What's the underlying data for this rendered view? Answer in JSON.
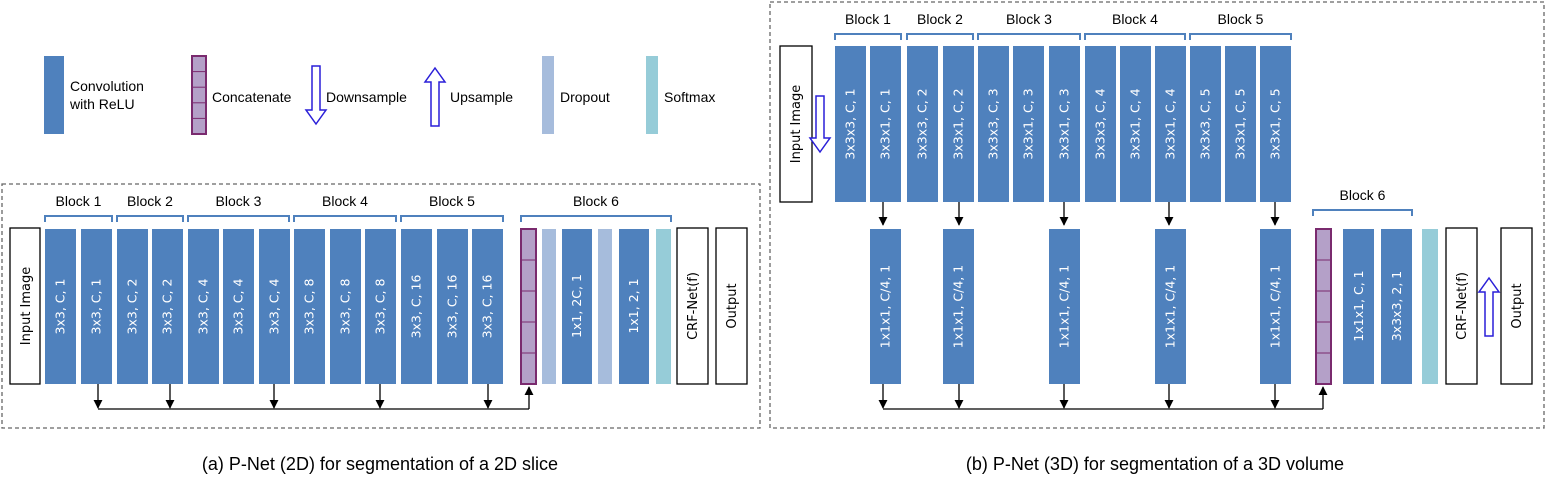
{
  "legend": {
    "conv_label_1": "Convolution",
    "conv_label_2": "with ReLU",
    "concat_label": "Concatenate",
    "down_label": "Downsample",
    "up_label": "Upsample",
    "dropout_label": "Dropout",
    "softmax_label": "Softmax"
  },
  "colors": {
    "conv": "#4f81bd",
    "concat": "#b4a0c8",
    "concat_border": "#7a2a6e",
    "dropout": "#a6bcdc",
    "softmax": "#96ccd8",
    "arrow_outline": "#2a1fd8"
  },
  "net2d": {
    "input_label": "Input Image",
    "blocks": [
      "Block 1",
      "Block 2",
      "Block 3",
      "Block 4",
      "Block 5",
      "Block 6"
    ],
    "layers": [
      "3x3, C, 1",
      "3x3, C, 1",
      "3x3, C, 2",
      "3x3, C, 2",
      "3x3, C, 4",
      "3x3, C, 4",
      "3x3, C, 4",
      "3x3, C, 8",
      "3x3, C, 8",
      "3x3, C, 8",
      "3x3, C, 16",
      "3x3, C, 16",
      "3x3, C, 16"
    ],
    "b6_layers": [
      "1x1, 2C, 1",
      "1x1, 2, 1"
    ],
    "crf_label": "CRF-Net(f)",
    "output_label": "Output",
    "caption": "(a) P-Net (2D) for segmentation of a 2D slice"
  },
  "net3d": {
    "input_label": "Input Image",
    "blocks": [
      "Block 1",
      "Block 2",
      "Block 3",
      "Block 4",
      "Block 5",
      "Block 6"
    ],
    "top_layers": [
      "3x3x3, C, 1",
      "3x3x1, C, 1",
      "3x3x3, C, 2",
      "3x3x1, C, 2",
      "3x3x3, C, 3",
      "3x3x1, C, 3",
      "3x3x1, C, 3",
      "3x3x3, C, 4",
      "3x3x1, C, 4",
      "3x3x1, C, 4",
      "3x3x3, C, 5",
      "3x3x1, C, 5",
      "3x3x1, C, 5"
    ],
    "bottom_layers": [
      "1x1x1, C/4, 1",
      "1x1x1, C/4, 1",
      "1x1x1, C/4, 1",
      "1x1x1, C/4, 1",
      "1x1x1, C/4, 1"
    ],
    "b6_layers": [
      "1x1x1, C, 1",
      "3x3x3, 2, 1"
    ],
    "crf_label": "CRF-Net(f)",
    "output_label": "Output",
    "caption": "(b)  P-Net (3D) for segmentation of a 3D volume"
  }
}
